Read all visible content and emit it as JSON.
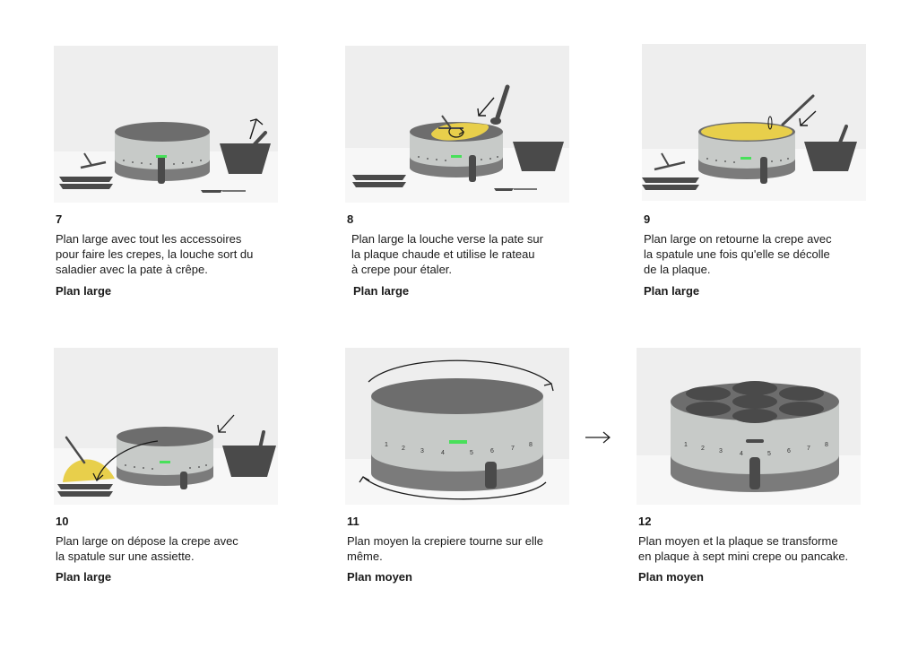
{
  "panels": [
    {
      "number": "7",
      "description": [
        "Plan large avec tout les accessoires",
        "pour faire les crepes, la louche sort du",
        "saladier avec la pate à crêpe."
      ],
      "shot": "Plan large"
    },
    {
      "number": "8",
      "description": [
        "Plan large la louche verse la pate sur",
        "la plaque chaude et utilise le rateau",
        "à crepe pour étaler."
      ],
      "shot": "Plan large"
    },
    {
      "number": "9",
      "description": [
        "Plan large on retourne la crepe avec",
        "la spatule une fois qu'elle se décolle",
        "de la plaque."
      ],
      "shot": "Plan large"
    },
    {
      "number": "10",
      "description": [
        "Plan large on dépose la crepe avec",
        "la spatule sur une assiette."
      ],
      "shot": "Plan large"
    },
    {
      "number": "11",
      "description": [
        "Plan moyen la crepiere tourne sur elle",
        "même."
      ],
      "shot": "Plan moyen"
    },
    {
      "number": "12",
      "description": [
        "Plan moyen et la plaque se transforme",
        "en plaque à sept mini crepe ou pancake."
      ],
      "shot": "Plan moyen"
    }
  ],
  "dial_labels": [
    "1",
    "2",
    "3",
    "4",
    "5",
    "6",
    "7",
    "8"
  ],
  "colors": {
    "scene_background": "#eeeeee",
    "table": "#f7f7f7",
    "plate": "#6d6d6d",
    "body": "#c7cac8",
    "base_band": "#7b7b7b",
    "dark": "#4a4a4a",
    "batter": "#e8cf4b",
    "indicator": "#48e05a"
  }
}
